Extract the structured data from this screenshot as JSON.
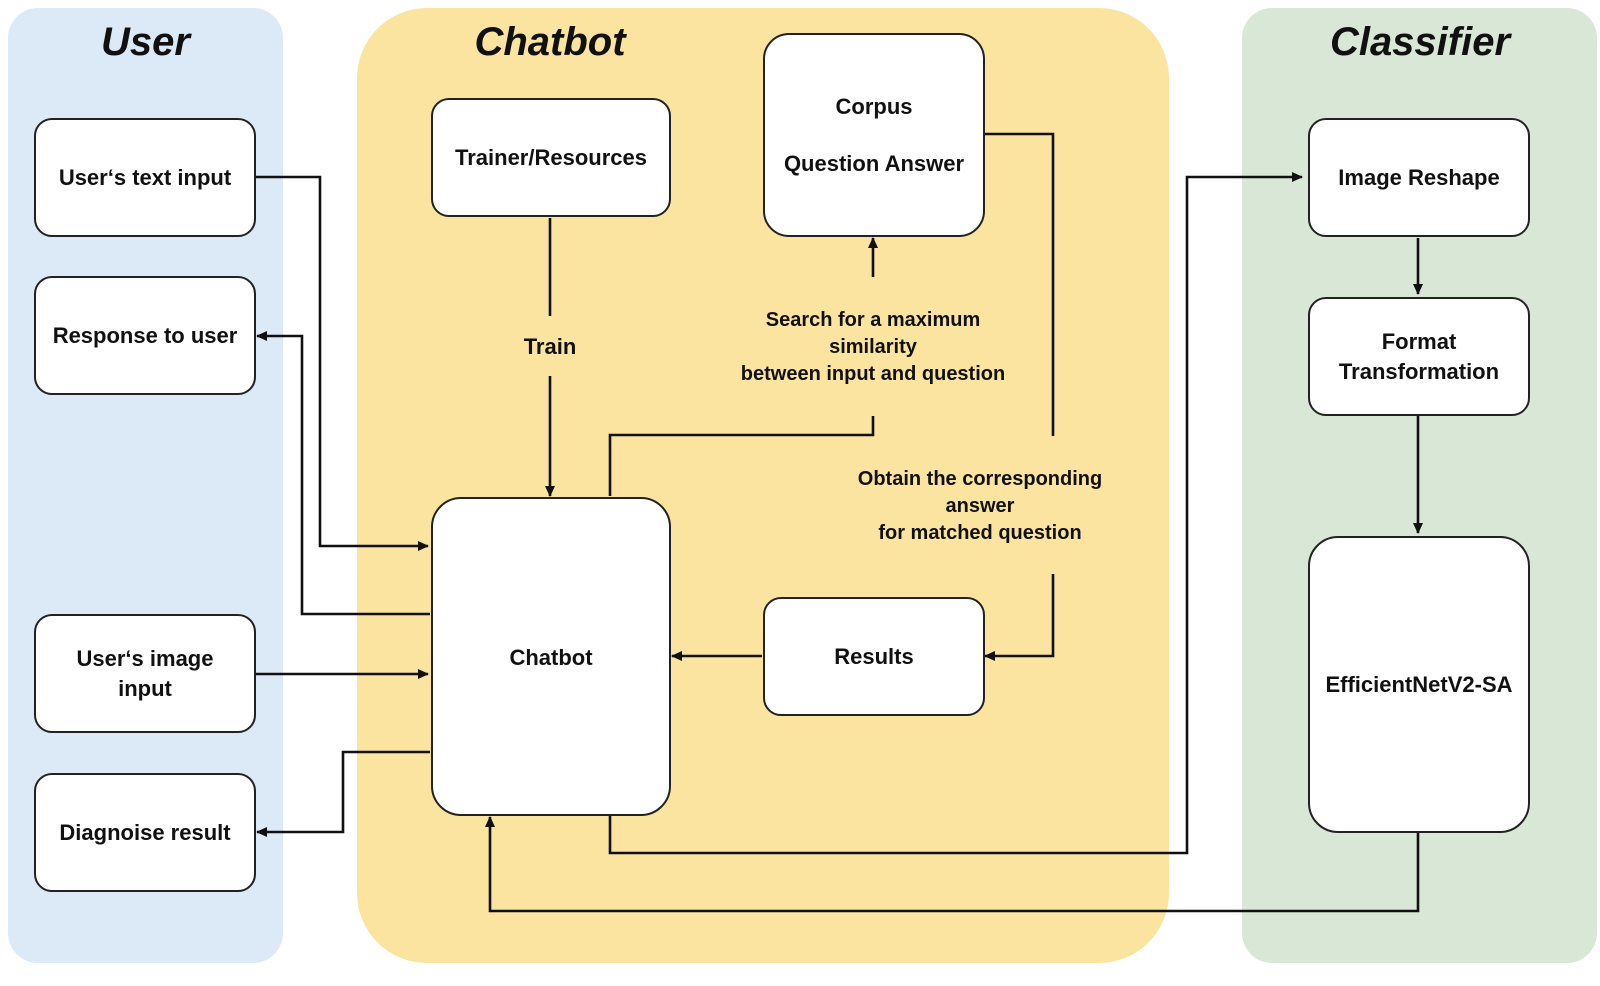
{
  "lanes": {
    "user": {
      "title": "User"
    },
    "chatbot": {
      "title": "Chatbot"
    },
    "classifier": {
      "title": "Classifier"
    }
  },
  "user": {
    "text_input": "User‘s text input",
    "response": "Response to user",
    "image_input_line1": "User‘s image",
    "image_input_line2": "input",
    "diagnose": "Diagnoise result"
  },
  "chatbot": {
    "trainer": "Trainer/Resources",
    "corpus_line1": "Corpus",
    "corpus_line2": "Question Answer",
    "core": "Chatbot",
    "results": "Results",
    "train_label": "Train",
    "search_label_line1": "Search for a maximum",
    "search_label_line2": "similarity",
    "search_label_line3": "between input and question",
    "obtain_label_line1": "Obtain the corresponding",
    "obtain_label_line2": "answer",
    "obtain_label_line3": "for matched question"
  },
  "classifier": {
    "reshape": "Image Reshape",
    "format_line1": "Format",
    "format_line2": "Transformation",
    "model": "EfficientNetV2-SA"
  },
  "colors": {
    "user_lane": "#dce9f7",
    "chatbot_lane": "#fbe3a0",
    "classifier_lane": "#d9e8d6",
    "stroke": "#111111"
  }
}
